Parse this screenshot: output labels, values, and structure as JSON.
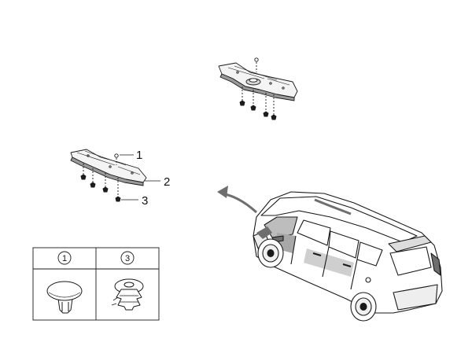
{
  "diagram": {
    "callouts": {
      "c1": "1",
      "c2": "2",
      "c3": "3"
    },
    "legend": {
      "cells": [
        {
          "number": "1",
          "part": "push-pin-clip-icon"
        },
        {
          "number": "3",
          "part": "fir-tree-clip-icon"
        }
      ]
    },
    "colors": {
      "line": "#1a1a1a",
      "shade": "#6e6e6e",
      "hatch": "#8a8a8a",
      "dark_part": "#1c1c1c",
      "background": "#ffffff"
    }
  }
}
